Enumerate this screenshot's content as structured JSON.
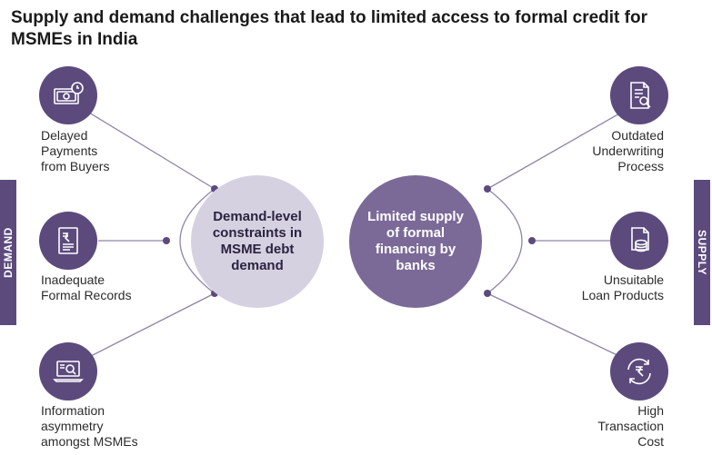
{
  "title": "Supply and demand challenges that lead to limited access to formal credit for MSMEs in India",
  "side_tabs": {
    "left": "DEMAND",
    "right": "SUPPLY"
  },
  "center": {
    "demand": "Demand-level\nconstraints in\nMSME debt\ndemand",
    "supply": "Limited supply\nof formal\nfinancing by\nbanks"
  },
  "demand_items": [
    {
      "label": "Delayed\nPayments\nfrom Buyers",
      "icon": "clock-money-icon"
    },
    {
      "label": "Inadequate\nFormal Records",
      "icon": "document-rupee-icon"
    },
    {
      "label": "Information\nasymmetry\namongst MSMEs",
      "icon": "laptop-search-icon"
    }
  ],
  "supply_items": [
    {
      "label": "Outdated\nUnderwriting\nProcess",
      "icon": "document-search-icon"
    },
    {
      "label": "Unsuitable\nLoan Products",
      "icon": "document-coins-icon"
    },
    {
      "label": "High\nTransaction\nCost",
      "icon": "rupee-cycle-icon"
    }
  ],
  "colors": {
    "dark_purple": "#5c4a7d",
    "light_purple": "#d6d1e1",
    "mid_purple": "#7b6a98",
    "line": "#8f84a8"
  }
}
